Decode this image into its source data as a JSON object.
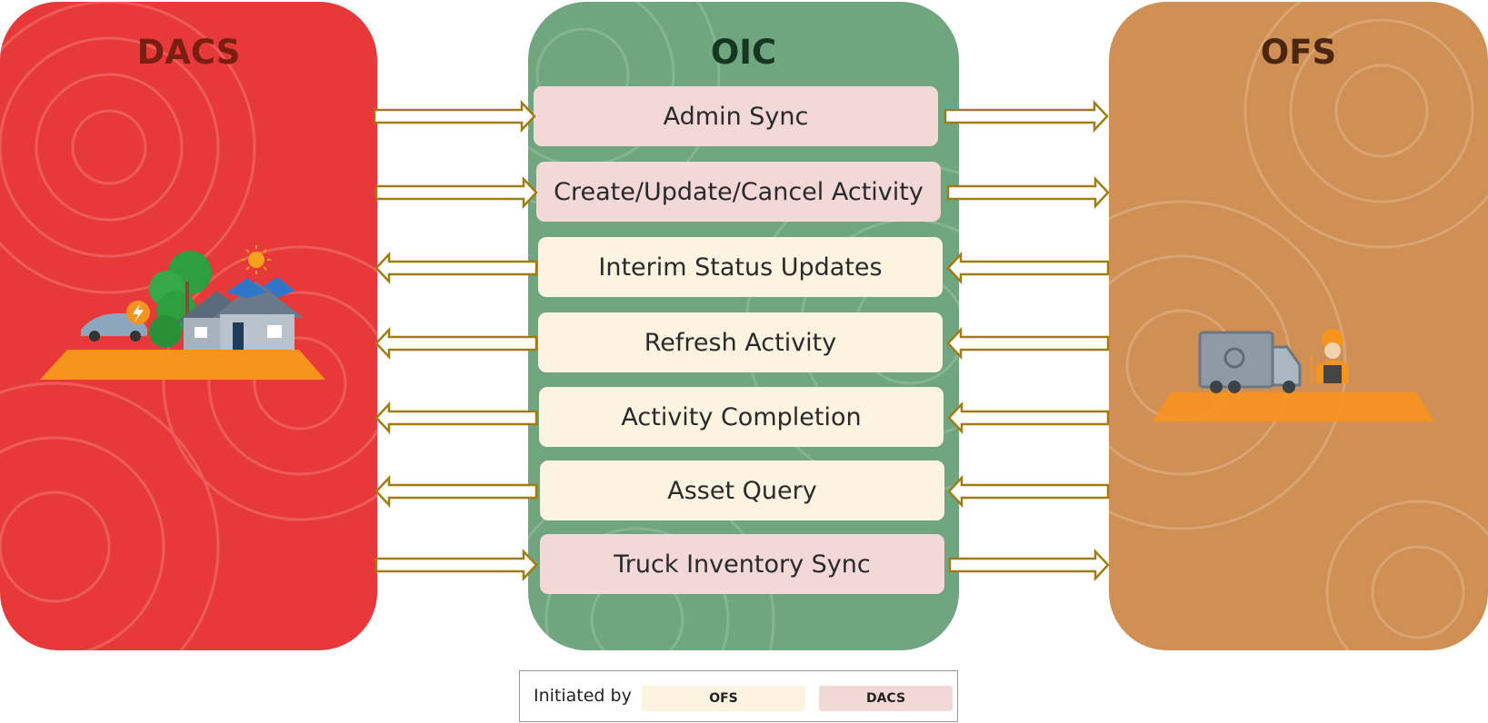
{
  "panels": {
    "dacs": {
      "title": "DACS",
      "color": "#e8393a"
    },
    "oic": {
      "title": "OIC",
      "color": "#6fa57f"
    },
    "ofs": {
      "title": "OFS",
      "color": "#d09055"
    }
  },
  "flows": [
    {
      "label": "Admin Sync",
      "initiated_by": "DACS",
      "direction": "DACS to OFS"
    },
    {
      "label": "Create/Update/Cancel  Activity",
      "initiated_by": "DACS",
      "direction": "DACS to OFS"
    },
    {
      "label": "Interim Status Updates",
      "initiated_by": "OFS",
      "direction": "OFS to DACS"
    },
    {
      "label": "Refresh Activity",
      "initiated_by": "OFS",
      "direction": "OFS to DACS"
    },
    {
      "label": "Activity Completion",
      "initiated_by": "OFS",
      "direction": "OFS to DACS"
    },
    {
      "label": "Asset Query",
      "initiated_by": "OFS",
      "direction": "OFS to DACS"
    },
    {
      "label": "Truck Inventory Sync",
      "initiated_by": "DACS",
      "direction": "DACS to OFS"
    }
  ],
  "colors": {
    "ofs_initiated_fill": "#fcf3e0",
    "dacs_initiated_fill": "#f2d8d6",
    "arrow_stroke": "#a07d12",
    "arrow_fill": "#ffffff"
  },
  "illustrations": {
    "dacs": "house-with-solar-panels-trees-and-electric-car-icon",
    "ofs": "service-truck-and-field-technician-icon"
  },
  "legend": {
    "label": "Initiated by",
    "items": [
      {
        "label": "OFS",
        "color": "#fcf3e0"
      },
      {
        "label": "DACS",
        "color": "#f2d8d6"
      }
    ]
  }
}
